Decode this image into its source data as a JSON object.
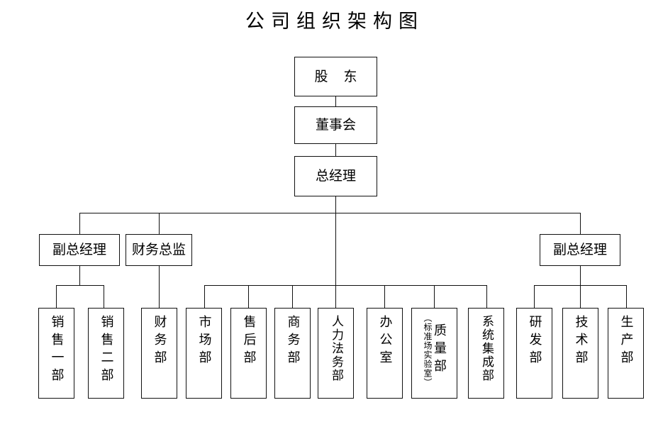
{
  "page": {
    "title": "公司组织架构图",
    "background_color": "#ffffff",
    "line_color": "#111111"
  },
  "chart_data": {
    "type": "diagram",
    "diagram_kind": "organization-chart",
    "title": "公司组织架构图",
    "levels": [
      {
        "level": 1,
        "nodes": [
          "股 东"
        ]
      },
      {
        "level": 2,
        "nodes": [
          "董事会"
        ]
      },
      {
        "level": 3,
        "nodes": [
          "总经理"
        ]
      },
      {
        "level": 4,
        "nodes": [
          "副总经理",
          "财务总监",
          "副总经理"
        ]
      },
      {
        "level": 5,
        "nodes": [
          "销售一部",
          "销售二部",
          "财务部",
          "市场部",
          "售后部",
          "商务部",
          "人力法务部",
          "办公室",
          "质量部（标准场实验室）",
          "系统集成部",
          "研发部",
          "技术部",
          "生产部"
        ]
      }
    ],
    "edges": [
      {
        "from": "股 东",
        "to": "董事会"
      },
      {
        "from": "董事会",
        "to": "总经理"
      },
      {
        "from": "总经理",
        "to": "副总经理(左)"
      },
      {
        "from": "总经理",
        "to": "财务总监"
      },
      {
        "from": "总经理",
        "to": "副总经理(右)"
      },
      {
        "from": "副总经理(左)",
        "to": "销售一部"
      },
      {
        "from": "副总经理(左)",
        "to": "销售二部"
      },
      {
        "from": "财务总监",
        "to": "财务部"
      },
      {
        "from": "总经理",
        "to": "市场部"
      },
      {
        "from": "总经理",
        "to": "售后部"
      },
      {
        "from": "总经理",
        "to": "商务部"
      },
      {
        "from": "总经理",
        "to": "人力法务部"
      },
      {
        "from": "总经理",
        "to": "办公室"
      },
      {
        "from": "总经理",
        "to": "质量部（标准场实验室）"
      },
      {
        "from": "总经理",
        "to": "系统集成部"
      },
      {
        "from": "副总经理(右)",
        "to": "研发部"
      },
      {
        "from": "副总经理(右)",
        "to": "技术部"
      },
      {
        "from": "副总经理(右)",
        "to": "生产部"
      }
    ]
  },
  "nodes": {
    "shareholder": {
      "label": "股 东"
    },
    "board": {
      "label": "董事会"
    },
    "general_manager": {
      "label": "总经理"
    },
    "deputy_gm_left": {
      "label": "副总经理"
    },
    "finance_director": {
      "label": "财务总监"
    },
    "deputy_gm_right": {
      "label": "副总经理"
    },
    "sales_dept_1": {
      "label": "销售一部"
    },
    "sales_dept_2": {
      "label": "销售二部"
    },
    "finance_dept": {
      "label": "财务部"
    },
    "marketing_dept": {
      "label": "市场部"
    },
    "after_sales_dept": {
      "label": "售后部"
    },
    "business_dept": {
      "label": "商务部"
    },
    "hr_legal_dept": {
      "label": "人力法务部"
    },
    "office_dept": {
      "label": "办公室"
    },
    "quality_dept": {
      "label": "质量部",
      "sub_label": "（标准场实验室）"
    },
    "system_integration_dept": {
      "label": "系统集成部"
    },
    "rd_dept": {
      "label": "研发部"
    },
    "tech_dept": {
      "label": "技术部"
    },
    "production_dept": {
      "label": "生产部"
    }
  }
}
